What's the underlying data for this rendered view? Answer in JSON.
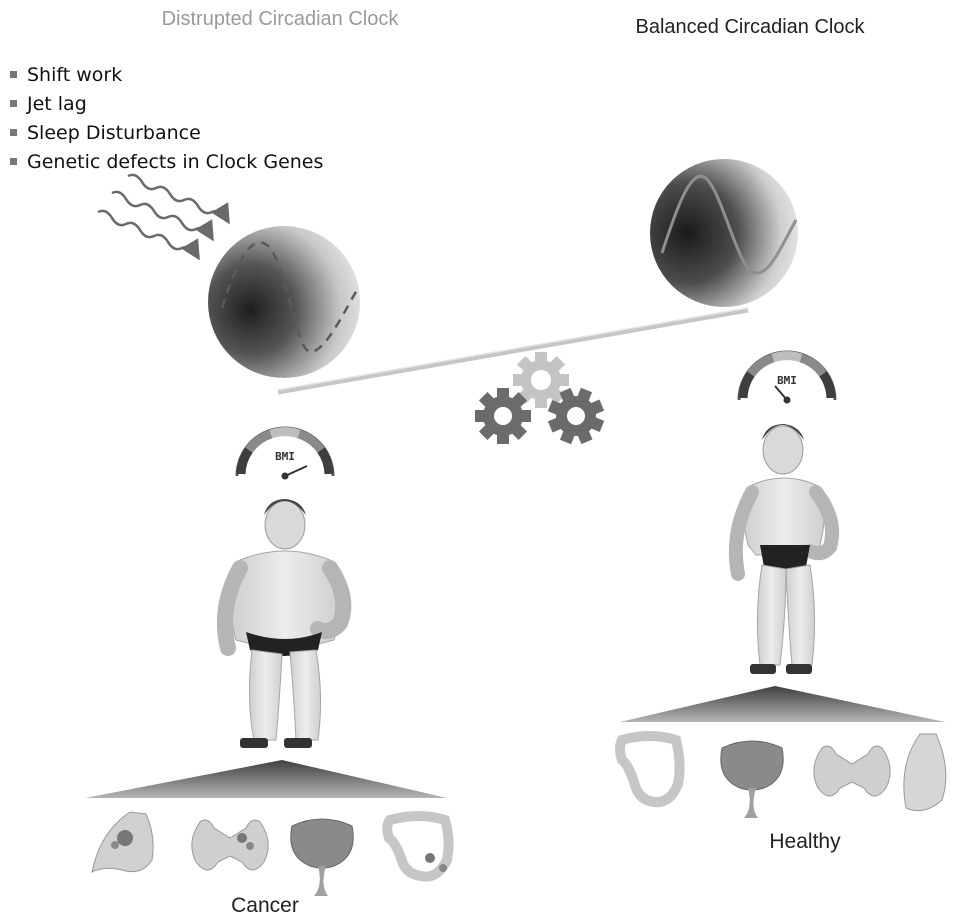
{
  "titles": {
    "disrupted": "Distrupted Circadian Clock",
    "balanced": "Balanced Circadian Clock"
  },
  "factors": [
    "Shift work",
    "Jet lag",
    "Sleep Disturbance",
    "Genetic defects in Clock Genes"
  ],
  "gauge_label": "BMI",
  "outcomes": {
    "left": "Cancer",
    "right": "Healthy"
  },
  "icons": {
    "gears": "gears-icon",
    "bmi_gauge": "bmi-gauge-icon",
    "organs": [
      "breast-icon",
      "thyroid-icon",
      "bladder-icon",
      "colon-icon"
    ]
  },
  "colors": {
    "sphere_dark": "#1e1e1e",
    "sphere_light": "#f4f4f4",
    "gear_dark": "#6b6b6b",
    "gear_light": "#c4c4c4"
  }
}
